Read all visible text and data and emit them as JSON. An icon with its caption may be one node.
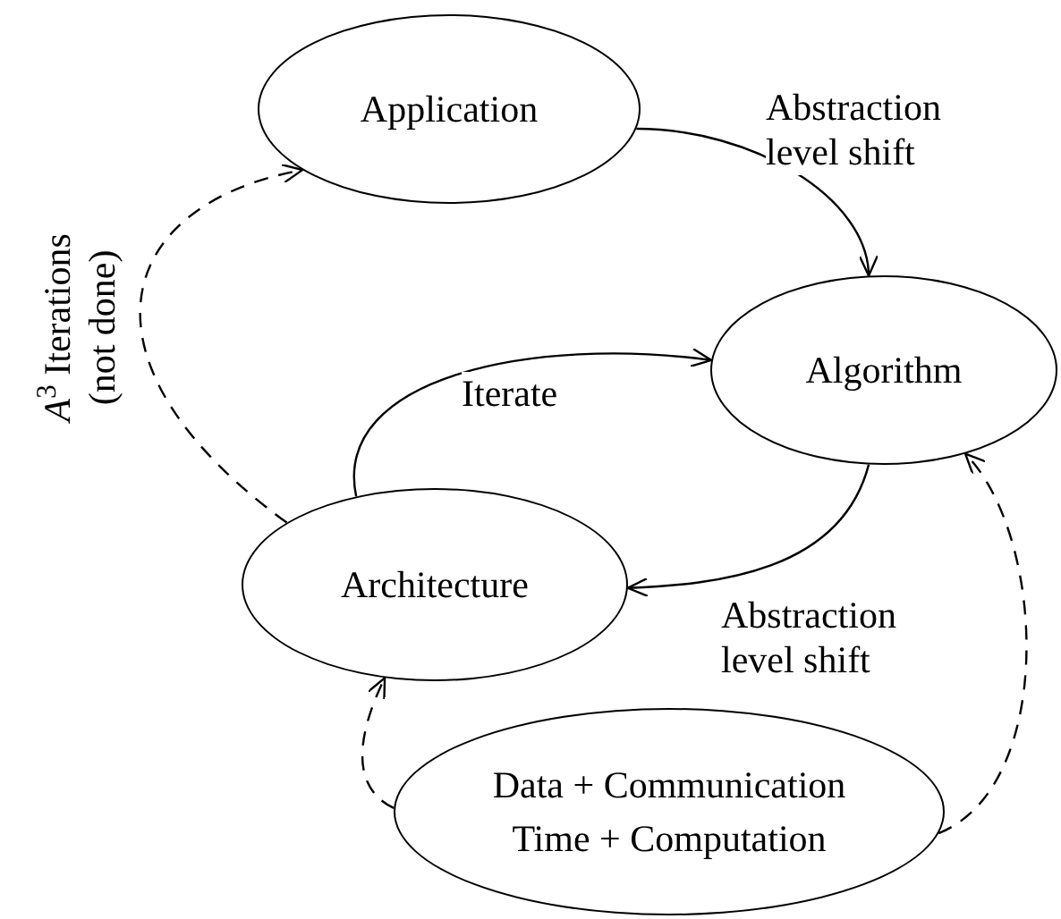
{
  "diagram": {
    "nodes": [
      {
        "text": [
          "Application"
        ]
      },
      {
        "text": [
          "Algorithm"
        ]
      },
      {
        "text": [
          "Architecture"
        ]
      },
      {
        "text": [
          "Data + Communication",
          "Time + Computation"
        ]
      }
    ],
    "edges": [
      {
        "from": 0,
        "to": 1,
        "arrow": "to",
        "label": "Abstraction level shift"
      },
      {
        "from": 2,
        "to": 1,
        "arrow": "to",
        "label": "Iterate"
      },
      {
        "from": 1,
        "to": 2,
        "arrow": "to",
        "label": "Abstraction level shift"
      },
      {
        "from": 2,
        "to": 0,
        "arrow": "to",
        "style": "dashed",
        "label": "*A*$^{3}$ Iterations (not done)"
      },
      {
        "from": 3,
        "to": 2,
        "arrow": "to",
        "style": "dashed"
      },
      {
        "from": 3,
        "to": 1,
        "arrow": "to",
        "style": "dashed"
      }
    ]
  }
}
